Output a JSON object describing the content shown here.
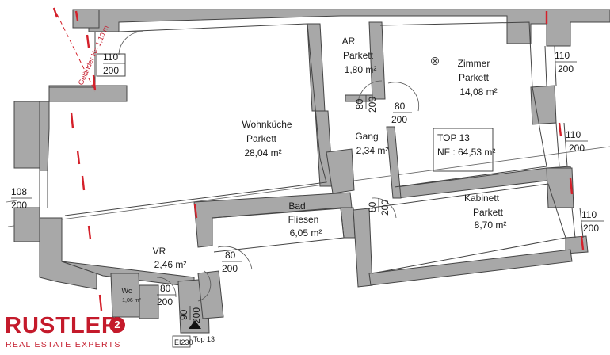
{
  "rooms": {
    "wohnkueche": {
      "name": "Wohnküche",
      "floor": "Parkett",
      "area": "28,04 m²"
    },
    "ar": {
      "name": "AR",
      "floor": "Parkett",
      "area": "1,80 m²"
    },
    "zimmer": {
      "name": "Zimmer",
      "floor": "Parkett",
      "area": "14,08 m²"
    },
    "gang": {
      "name": "Gang",
      "area": "2,34 m²"
    },
    "bad": {
      "name": "Bad",
      "floor": "Fliesen",
      "area": "6,05 m²"
    },
    "kabinett": {
      "name": "Kabinett",
      "floor": "Parkett",
      "area": "8,70 m²"
    },
    "vr": {
      "name": "VR",
      "area": "2,46 m²"
    },
    "wc": {
      "name": "Wc",
      "area": "1,06 m²"
    }
  },
  "unit": {
    "name": "TOP 13",
    "nf": "NF : 64,53 m²"
  },
  "railing_note": "Geländer H= 1,10 m",
  "openings": {
    "win_topleft": {
      "w": "110",
      "h": "200"
    },
    "win_left": {
      "w": "108",
      "h": "200"
    },
    "win_right1": {
      "w": "110",
      "h": "200"
    },
    "win_right2": {
      "w": "110",
      "h": "200"
    },
    "win_right3": {
      "w": "110",
      "h": "200"
    },
    "door_ar": {
      "w": "80",
      "h": "200"
    },
    "door_zimmer": {
      "w": "80",
      "h": "200"
    },
    "door_kabinett": {
      "w": "80",
      "h": "200"
    },
    "door_bad": {
      "w": "80",
      "h": "200"
    },
    "door_wc": {
      "w": "80",
      "h": "200"
    },
    "door_entry": {
      "w": "90",
      "h": "200"
    }
  },
  "entry": {
    "label": "Top 13",
    "fire_rating": "EI230"
  },
  "brand": {
    "name": "RUSTLER",
    "mark": "2",
    "tagline": "REAL ESTATE EXPERTS"
  }
}
